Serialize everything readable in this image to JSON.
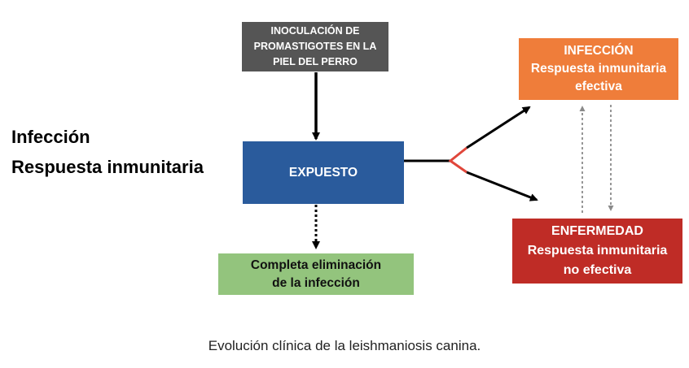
{
  "diagram": {
    "inoculation_box": {
      "lines": [
        "INOCULACIÓN DE",
        "PROMASTIGOTES EN LA",
        "PIEL DEL PERRO"
      ],
      "color": "#555555"
    },
    "exposed_box": {
      "label": "EXPUESTO",
      "color": "#2a5b9c"
    },
    "elimination_box": {
      "lines": [
        "Completa eliminación",
        "de la infección"
      ],
      "color": "#93c47d"
    },
    "infection_box": {
      "lines": [
        "INFECCIÓN",
        "Respuesta inmunitaria",
        "efectiva"
      ],
      "color": "#ef7d3a"
    },
    "disease_box": {
      "lines": [
        "ENFERMEDAD",
        "Respuesta inmunitaria",
        "no efectiva"
      ],
      "color": "#bf2c26"
    },
    "side_title": {
      "lines": [
        "Infección",
        "Respuesta inmunitaria"
      ]
    },
    "branch_color": "#e0463a"
  },
  "caption": "Evolución clínica de la leishmaniosis canina."
}
